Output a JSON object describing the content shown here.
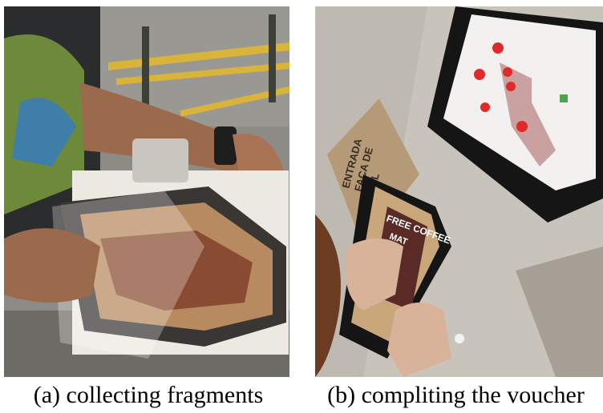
{
  "figure": {
    "panels": [
      {
        "id": "a",
        "caption": "(a) collecting fragments"
      },
      {
        "id": "b",
        "caption": "(b) compliting the voucher"
      }
    ],
    "stencil_text": [
      "ENTRADA",
      "FACA DE",
      "MEL"
    ],
    "coupon_text": [
      "FREE COFFEE",
      "MAT"
    ]
  }
}
